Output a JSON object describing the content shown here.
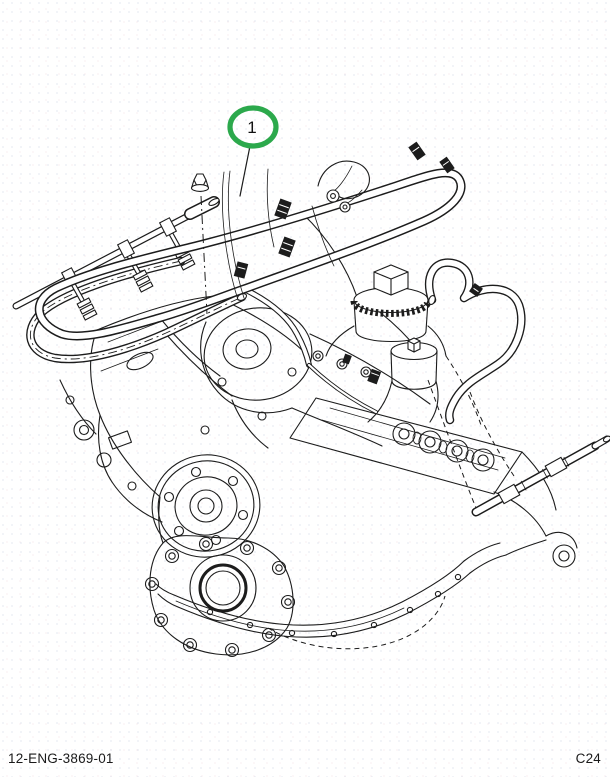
{
  "figure": {
    "description": "isometric-line-drawing-of-diesel-engine-with-wire-harness",
    "callout": {
      "number": "1",
      "ring_color": "#2ca94c"
    },
    "line_color": "#1c1c1c",
    "background_color": "#ffffff"
  },
  "footer": {
    "figure_code": "12-ENG-3869-01",
    "page_code": "C24"
  }
}
